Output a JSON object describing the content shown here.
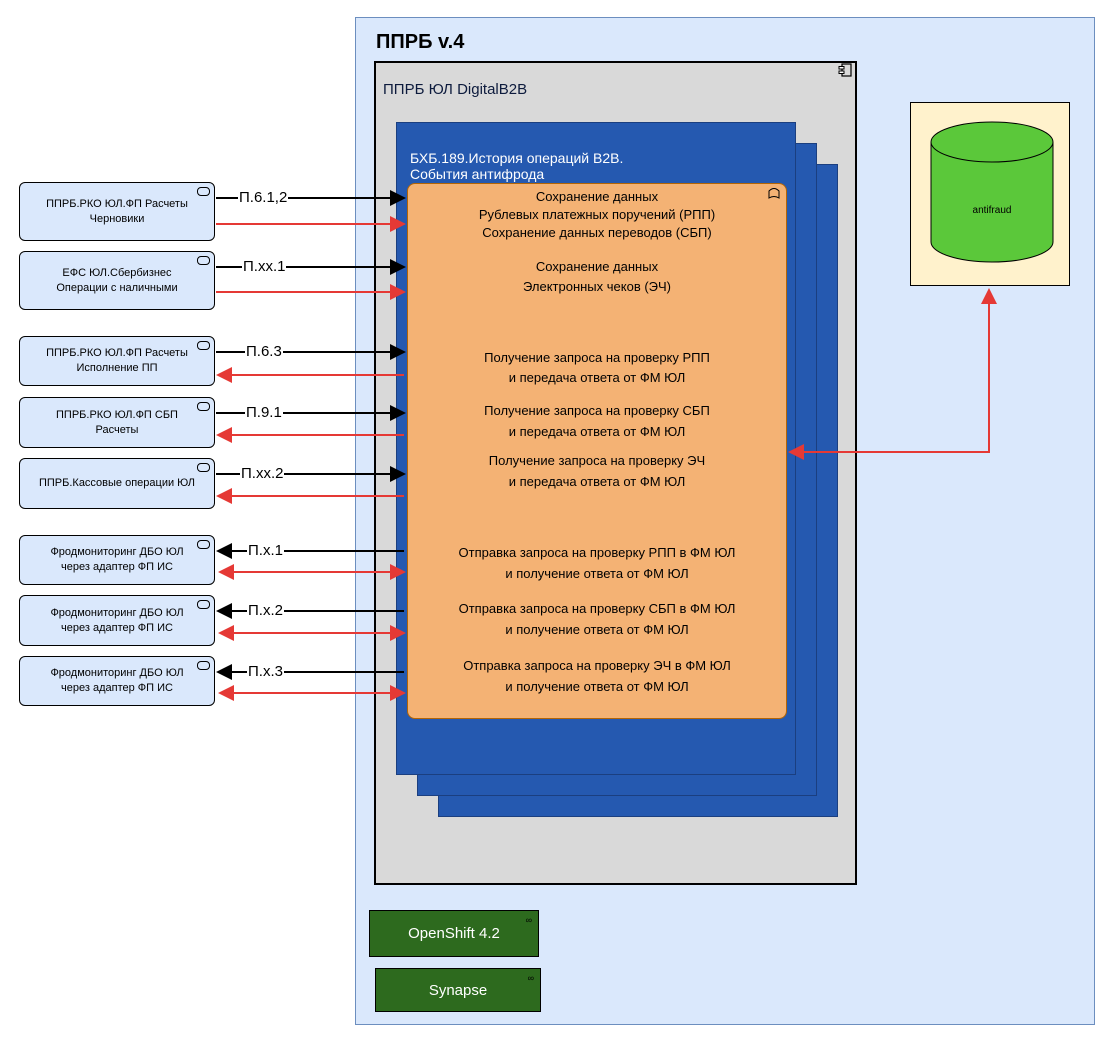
{
  "outer": {
    "title": "ППРБ v.4"
  },
  "component": {
    "title": "ППРБ ЮЛ DigitalB2B"
  },
  "service": {
    "title_line1": "БХБ.189.История операций B2B.",
    "title_line2": "События антифрода"
  },
  "functions": [
    "Сохранение данных",
    "Рублевых платежных поручений (РПП)",
    "Сохранение данных переводов (СБП)",
    "Сохранение данных",
    "Электронных чеков (ЭЧ)",
    "Получение запроса на проверку РПП",
    "и передача ответа от ФМ ЮЛ",
    "Получение запроса на проверку СБП",
    "и передача ответа от ФМ ЮЛ",
    "Получение запроса на проверку ЭЧ",
    "и передача ответа от ФМ ЮЛ",
    "Отправка запроса на проверку РПП в ФМ ЮЛ",
    "и получение ответа от ФМ ЮЛ",
    "Отправка запроса на проверку СБП в ФМ ЮЛ",
    "и получение ответа от ФМ ЮЛ",
    "Отправка запроса на проверку ЭЧ в ФМ ЮЛ",
    "и получение ответа от ФМ ЮЛ"
  ],
  "external_systems": [
    {
      "line1": "ППРБ.РКО ЮЛ.ФП Расчеты",
      "line2": "Черновики",
      "edge_label": "П.6.1,2"
    },
    {
      "line1": "ЕФС ЮЛ.Сбербизнес",
      "line2": "Операции с наличными",
      "edge_label": "П.xx.1"
    },
    {
      "line1": "ППРБ.РКО ЮЛ.ФП Расчеты",
      "line2": "Исполнение ПП",
      "edge_label": "П.6.3"
    },
    {
      "line1": "ППРБ.РКО ЮЛ.ФП СБП",
      "line2": "Расчеты",
      "edge_label": "П.9.1"
    },
    {
      "line1": "ППРБ.Кассовые операции ЮЛ",
      "line2": "",
      "edge_label": "П.xx.2"
    },
    {
      "line1": "Фродмониторинг ДБО ЮЛ",
      "line2": "через адаптер ФП ИС",
      "edge_label": "П.x.1"
    },
    {
      "line1": "Фродмониторинг ДБО ЮЛ",
      "line2": "через адаптер ФП ИС",
      "edge_label": "П.x.2"
    },
    {
      "line1": "Фродмониторинг ДБО ЮЛ",
      "line2": "через адаптер ФП ИС",
      "edge_label": "П.x.3"
    }
  ],
  "database": {
    "label": "antifraud"
  },
  "platforms": {
    "openshift": "OpenShift 4.2",
    "synapse": "Synapse"
  },
  "colors": {
    "request_arrow": "#000000",
    "response_arrow": "#e53935",
    "service_blue": "#2559b0",
    "function_orange": "#f4b274",
    "db_green": "#5bc83a",
    "platform_green": "#2d6a1e"
  }
}
